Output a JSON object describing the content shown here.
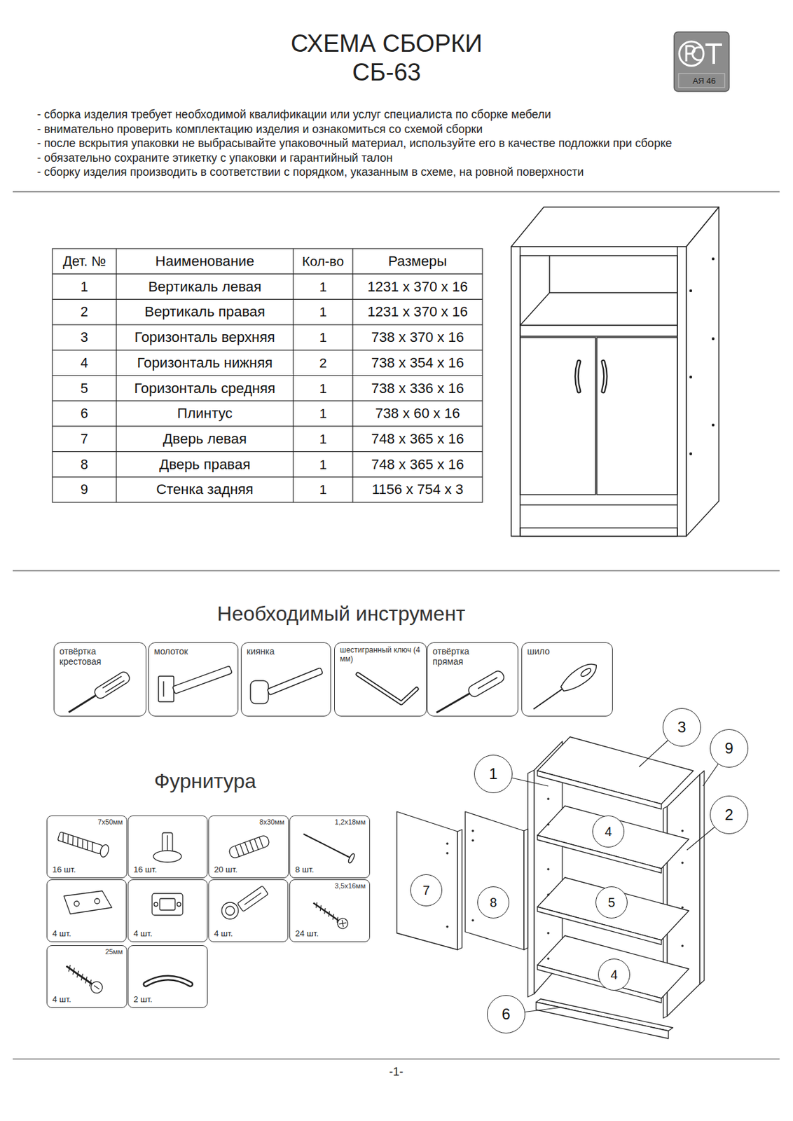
{
  "diagram": {
    "title": "СХЕМА СБОРКИ",
    "nodes": [
      {
        "text": [
          "АЯ 46"
        ]
      },
      {
        "text": [
          "отвёртка крестовая"
        ]
      },
      {
        "text": [
          "молоток"
        ]
      },
      {
        "text": [
          "киянка"
        ]
      },
      {
        "text": [
          "шестигранный ключ (4 мм)"
        ]
      },
      {
        "text": [
          "отвёртка прямая"
        ]
      },
      {
        "text": [
          "шило"
        ]
      },
      {
        "text": [
          "7х50мм",
          "16 шт."
        ]
      },
      {
        "text": [
          "16 шт."
        ]
      },
      {
        "text": [
          "8х30мм",
          "20 шт."
        ]
      },
      {
        "text": [
          "1,2х18мм",
          "8 шт."
        ]
      },
      {
        "text": [
          "4 шт."
        ]
      },
      {
        "text": [
          "4 шт."
        ]
      },
      {
        "text": [
          "4 шт."
        ]
      },
      {
        "text": [
          "3,5х16мм",
          "24 шт."
        ]
      },
      {
        "text": [
          "25мм",
          "4 шт."
        ]
      },
      {
        "text": [
          "2 шт."
        ]
      },
      {
        "text": [
          "3"
        ]
      },
      {
        "text": [
          "9"
        ]
      },
      {
        "text": [
          "1"
        ]
      },
      {
        "text": [
          "2"
        ]
      },
      {
        "text": [
          "4"
        ]
      },
      {
        "text": [
          "7"
        ]
      },
      {
        "text": [
          "5"
        ]
      },
      {
        "text": [
          "8"
        ]
      },
      {
        "text": [
          "4"
        ]
      },
      {
        "text": [
          "6"
        ]
      }
    ],
    "labels": [
      "СБ-63",
      "- сборка изделия требует необходимой квалификации или услуг специалиста по сборке мебели",
      "- внимательно проверить комплектацию изделия и ознакомиться со схемой сборки",
      "- после вскрытия упаковки не выбрасывайте упаковочный материал, используйте его в качестве подложки при сборке",
      "- обязательно сохраните этикетку с упаковки и гарантийный талон",
      "- сборку изделия производить в соответствии с порядком, указанным в схеме, на ровной поверхности",
      "Дет. №",
      "Наименование",
      "Кол-во",
      "Размеры",
      "1",
      "Вертикаль левая",
      "1",
      "1231 x 370 x 16",
      "2",
      "Вертикаль правая",
      "1",
      "1231 x 370 x 16",
      "3",
      "Горизонталь верхняя",
      "1",
      "738 x 370 x 16",
      "4",
      "Горизонталь нижняя",
      "2",
      "738 x 354 x 16",
      "5",
      "Горизонталь средняя",
      "1",
      "738 x 336 x 16",
      "6",
      "Плинтус",
      "1",
      "738 x 60 x 16",
      "7",
      "Дверь левая",
      "1",
      "748 x 365 x 16",
      "8",
      "Дверь правая",
      "1",
      "748 x 365 x 16",
      "9",
      "Стенка задняя",
      "1",
      "1156 x 754 x 3",
      "Необходимый инструмент",
      "Фурнитура",
      "-1-"
    ]
  }
}
